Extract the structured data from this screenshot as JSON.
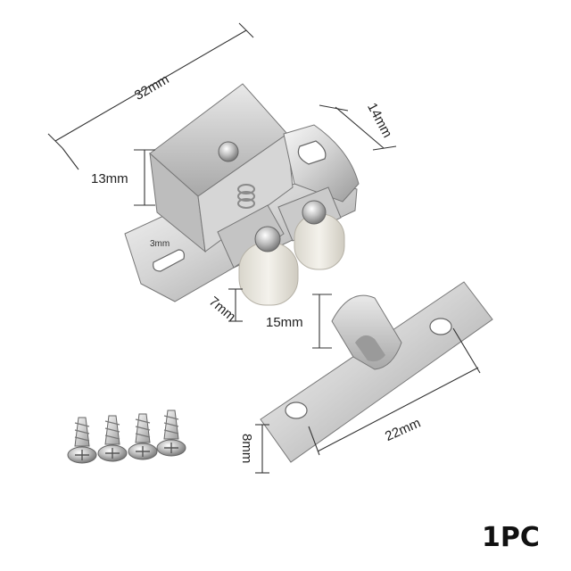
{
  "dimensions": {
    "width_top": "32mm",
    "height_right": "14mm",
    "height_left": "13mm",
    "hole_small": "3mm",
    "roller_offset": "7mm",
    "strike_height": "15mm",
    "strike_length": "22mm",
    "strike_width": "8mm"
  },
  "quantity_label": "1PC",
  "colors": {
    "metal_light": "#eeeeee",
    "metal_mid": "#c9c9c9",
    "metal_dark": "#8c8c8c",
    "roller": "#ebe8df",
    "dimension_line": "#333333"
  }
}
